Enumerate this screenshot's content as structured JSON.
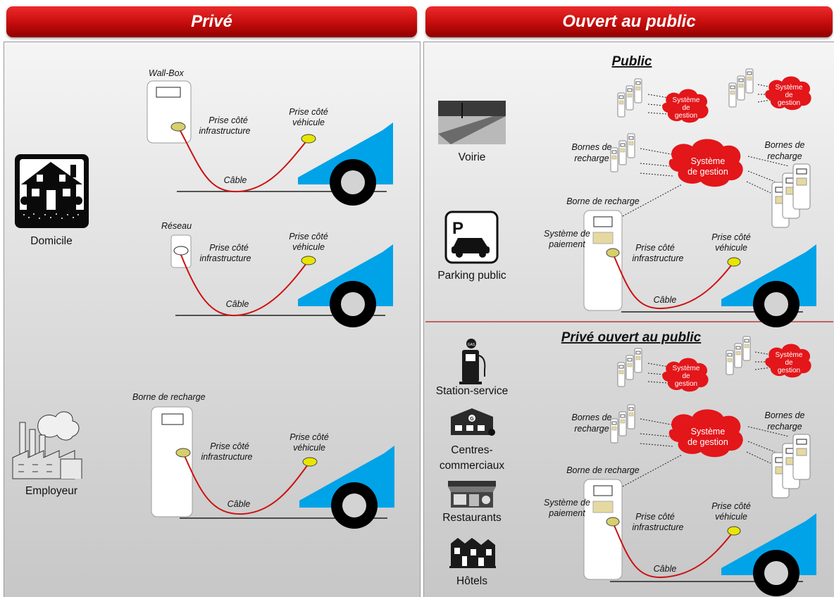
{
  "headers": {
    "left": "Privé",
    "right": "Ouvert au public"
  },
  "left": {
    "domicile": "Domicile",
    "employeur": "Employeur",
    "wallbox": "Wall-Box",
    "reseau": "Réseau",
    "borne": "Borne de recharge",
    "prise_infra_1": "Prise côté",
    "prise_infra_2": "infrastructure",
    "prise_veh_1": "Prise côté",
    "prise_veh_2": "véhicule",
    "cable": "Câble"
  },
  "right": {
    "public_title": "Public",
    "prive_title": "Privé ouvert au public",
    "voirie": "Voirie",
    "parking": "Parking public",
    "station": "Station-service",
    "centres_1": "Centres-",
    "centres_2": "commerciaux",
    "restaurants": "Restaurants",
    "hotels": "Hôtels",
    "bornes_1": "Bornes de",
    "bornes_2": "recharge",
    "borne": "Borne de recharge",
    "systeme_1": "Système",
    "systeme_2": "de gestion",
    "small_systeme_1": "Système",
    "small_systeme_2": "de",
    "small_systeme_3": "gestion",
    "paiement_1": "Système de",
    "paiement_2": "paiement",
    "prise_infra_1": "Prise côté",
    "prise_infra_2": "infrastructure",
    "prise_veh_1": "Prise côté",
    "prise_veh_2": "véhicule",
    "cable": "Câble",
    "parking_sign": "P",
    "gas_sign": "GAS",
    "mall_sign": "G"
  },
  "colors": {
    "header_red": "#d11414",
    "car_blue": "#00a3e8",
    "cable_red": "#cc1111",
    "plug_yellow": "#e8e600",
    "cloud_red": "#e3161a"
  }
}
